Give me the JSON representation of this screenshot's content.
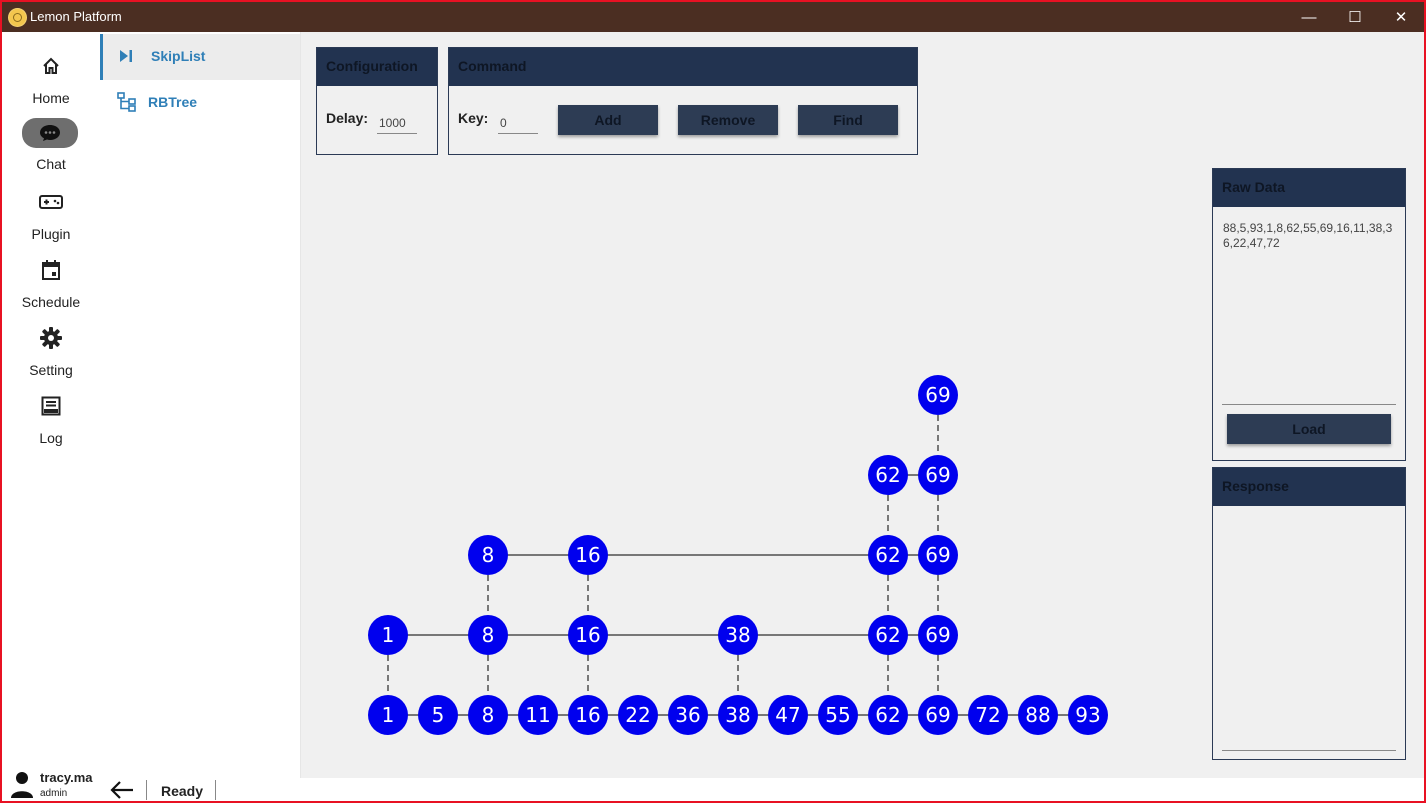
{
  "window": {
    "title": "Lemon Platform",
    "minimize": "—",
    "maximize": "☐",
    "close": "✕"
  },
  "nav": {
    "home": "Home",
    "chat": "Chat",
    "plugin": "Plugin",
    "schedule": "Schedule",
    "setting": "Setting",
    "log": "Log"
  },
  "subnav": {
    "skiplist": "SkipList",
    "rbtree": "RBTree"
  },
  "config": {
    "title": "Configuration",
    "delay_label": "Delay:",
    "delay_value": "1000"
  },
  "command": {
    "title": "Command",
    "key_label": "Key:",
    "key_value": "0",
    "add": "Add",
    "remove": "Remove",
    "find": "Find"
  },
  "raw_data": {
    "title": "Raw Data",
    "text": "88,5,93,1,8,62,55,69,16,11,38,36,22,47,72",
    "load": "Load"
  },
  "response": {
    "title": "Response",
    "text": ""
  },
  "status": {
    "user": "tracy.ma",
    "role": "admin",
    "text": "Ready"
  },
  "skiplist": {
    "node_color": "#0000ee",
    "levels": [
      [
        "1",
        "5",
        "8",
        "11",
        "16",
        "22",
        "36",
        "38",
        "47",
        "55",
        "62",
        "69",
        "72",
        "88",
        "93"
      ],
      [
        "1",
        "8",
        "16",
        "38",
        "62",
        "69"
      ],
      [
        "8",
        "16",
        "62",
        "69"
      ],
      [
        "62",
        "69"
      ],
      [
        "69"
      ]
    ]
  }
}
